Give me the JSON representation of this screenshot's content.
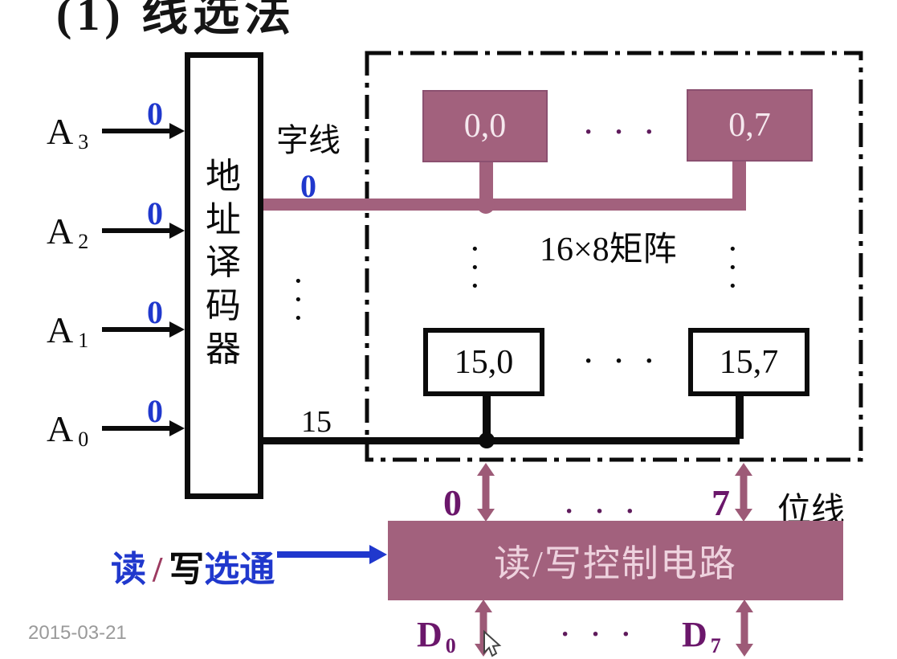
{
  "title": "(1) 线选法",
  "date": "2015-03-21",
  "address_decoder": {
    "label": "地址译码器"
  },
  "address_inputs": [
    {
      "name": "A",
      "sub": "3",
      "value": "0"
    },
    {
      "name": "A",
      "sub": "2",
      "value": "0"
    },
    {
      "name": "A",
      "sub": "1",
      "value": "0"
    },
    {
      "name": "A",
      "sub": "0",
      "value": "0"
    }
  ],
  "word_lines": {
    "label": "字线",
    "line0_value": "0",
    "line15_value": "15"
  },
  "matrix": {
    "label": "16×8矩阵",
    "cell_top_left": "0,0",
    "cell_top_right": "0,7",
    "cell_bottom_left": "15,0",
    "cell_bottom_right": "15,7",
    "h_ellipsis": "· · ·",
    "v_ellipsis": "·\n·\n·"
  },
  "bit_lines": {
    "left_index": "0",
    "right_index": "7",
    "label": "位线",
    "ellipsis": "· · ·"
  },
  "rw_circuit": {
    "label": "读/写控制电路"
  },
  "rw_strobe": {
    "read": "读",
    "slash": "/",
    "write": "写",
    "suffix": "选通"
  },
  "data_lines": {
    "left_name": "D",
    "left_sub": "0",
    "right_name": "D",
    "right_sub": "7",
    "ellipsis": "· · ·"
  },
  "colors": {
    "maroon": "#a2617d",
    "purple_digit": "#6b176b",
    "blue": "#2038cd",
    "slash": "#9c3a60",
    "cell_text_light": "#f5e8ee",
    "date_gray": "#9a9a9a"
  }
}
